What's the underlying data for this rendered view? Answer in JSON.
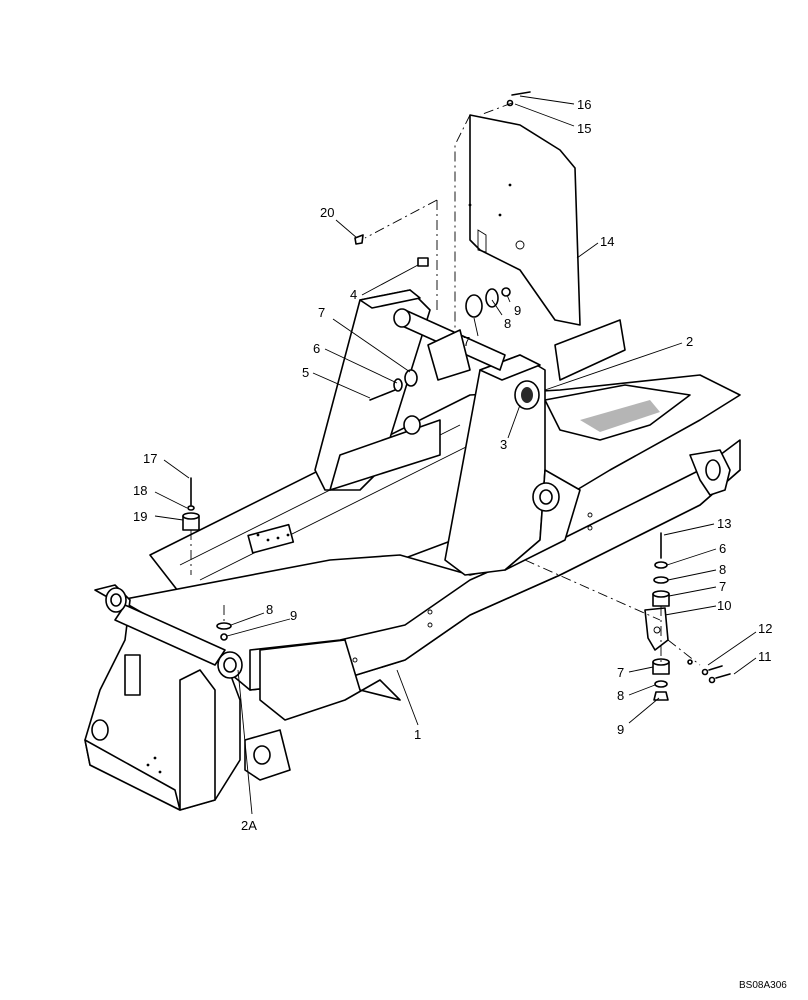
{
  "callouts": [
    {
      "id": "c16",
      "text": "16"
    },
    {
      "id": "c15",
      "text": "15"
    },
    {
      "id": "c20",
      "text": "20"
    },
    {
      "id": "c14",
      "text": "14"
    },
    {
      "id": "c4",
      "text": "4"
    },
    {
      "id": "c8a",
      "text": "8"
    },
    {
      "id": "c9a",
      "text": "9"
    },
    {
      "id": "c7a",
      "text": "7"
    },
    {
      "id": "c7b",
      "text": "7"
    },
    {
      "id": "c2",
      "text": "2"
    },
    {
      "id": "c6a",
      "text": "6"
    },
    {
      "id": "c5",
      "text": "5"
    },
    {
      "id": "c3",
      "text": "3"
    },
    {
      "id": "c17",
      "text": "17"
    },
    {
      "id": "c18",
      "text": "18"
    },
    {
      "id": "c19",
      "text": "19"
    },
    {
      "id": "c13",
      "text": "13"
    },
    {
      "id": "c6b",
      "text": "6"
    },
    {
      "id": "c8b",
      "text": "8"
    },
    {
      "id": "c7c",
      "text": "7"
    },
    {
      "id": "c10",
      "text": "10"
    },
    {
      "id": "c8c",
      "text": "8"
    },
    {
      "id": "c9b",
      "text": "9"
    },
    {
      "id": "c12",
      "text": "12"
    },
    {
      "id": "c11",
      "text": "11"
    },
    {
      "id": "c7d",
      "text": "7"
    },
    {
      "id": "c8d",
      "text": "8"
    },
    {
      "id": "c9c",
      "text": "9"
    },
    {
      "id": "c1",
      "text": "1"
    },
    {
      "id": "c2A",
      "text": "2A"
    }
  ],
  "drawing_code": "BS08A306"
}
